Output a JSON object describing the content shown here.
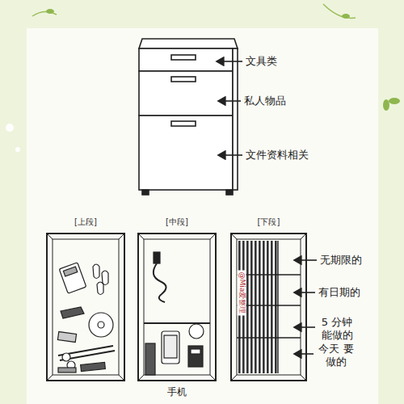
{
  "diagram": {
    "nodes": [
      {
        "text": [
          "[上段]"
        ]
      },
      {
        "text": [
          "[中段]"
        ]
      },
      {
        "text": [
          "[下段]"
        ]
      }
    ],
    "labels": [
      "文具类",
      "私人物品",
      "文件资料相关",
      "无期限的",
      "有日期的",
      "5 分钟 能做的",
      "今天 要做的",
      "手机",
      "@Mia爱整理"
    ]
  }
}
